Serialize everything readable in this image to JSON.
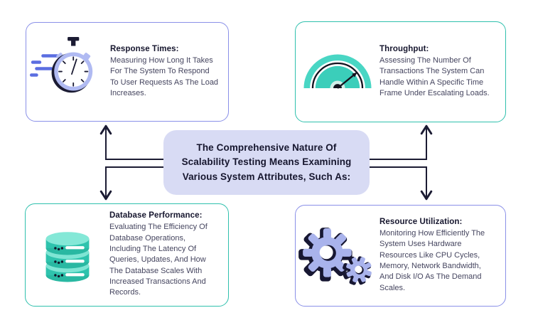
{
  "center": {
    "text": "The Comprehensive Nature Of\nScalability Testing Means Examining\nVarious System Attributes, Such As:"
  },
  "cards": {
    "response_times": {
      "title": "Response Times:",
      "body": "Measuring How Long It Takes\nFor The System To Respond\nTo User Requests As The Load\nIncreases.",
      "icon": "stopwatch-icon"
    },
    "throughput": {
      "title": "Throughput:",
      "body": "Assessing The Number Of\nTransactions The System Can\nHandle Within A Specific Time\nFrame Under Escalating Loads.",
      "icon": "gauge-icon"
    },
    "database_performance": {
      "title": "Database Performance:",
      "body": "Evaluating The Efficiency Of\nDatabase Operations,\nIncluding The Latency Of\nQueries, Updates, And How\nThe Database Scales With\nIncreased Transactions And\nRecords.",
      "icon": "database-icon"
    },
    "resource_utilization": {
      "title": "Resource Utilization:",
      "body": "Monitoring How Efficiently The\nSystem Uses Hardware\nResources Like CPU Cycles,\nMemory, Network Bandwidth,\nAnd Disk I/O As The Demand\nScales.",
      "icon": "gears-icon"
    }
  },
  "colors": {
    "purple_border": "#8a90e8",
    "teal_border": "#2fc0ad",
    "center_bg": "#d8dbf4",
    "title_text": "#16162e",
    "body_text": "#45455f",
    "arrow": "#1b1b33",
    "periwinkle_icon": "#a9b3ec",
    "blue_speed_lines": "#5b6ee1",
    "teal_icon_light": "#84e8d7",
    "teal_icon_mid": "#3bceba",
    "teal_icon_dark": "#29b8a2"
  }
}
